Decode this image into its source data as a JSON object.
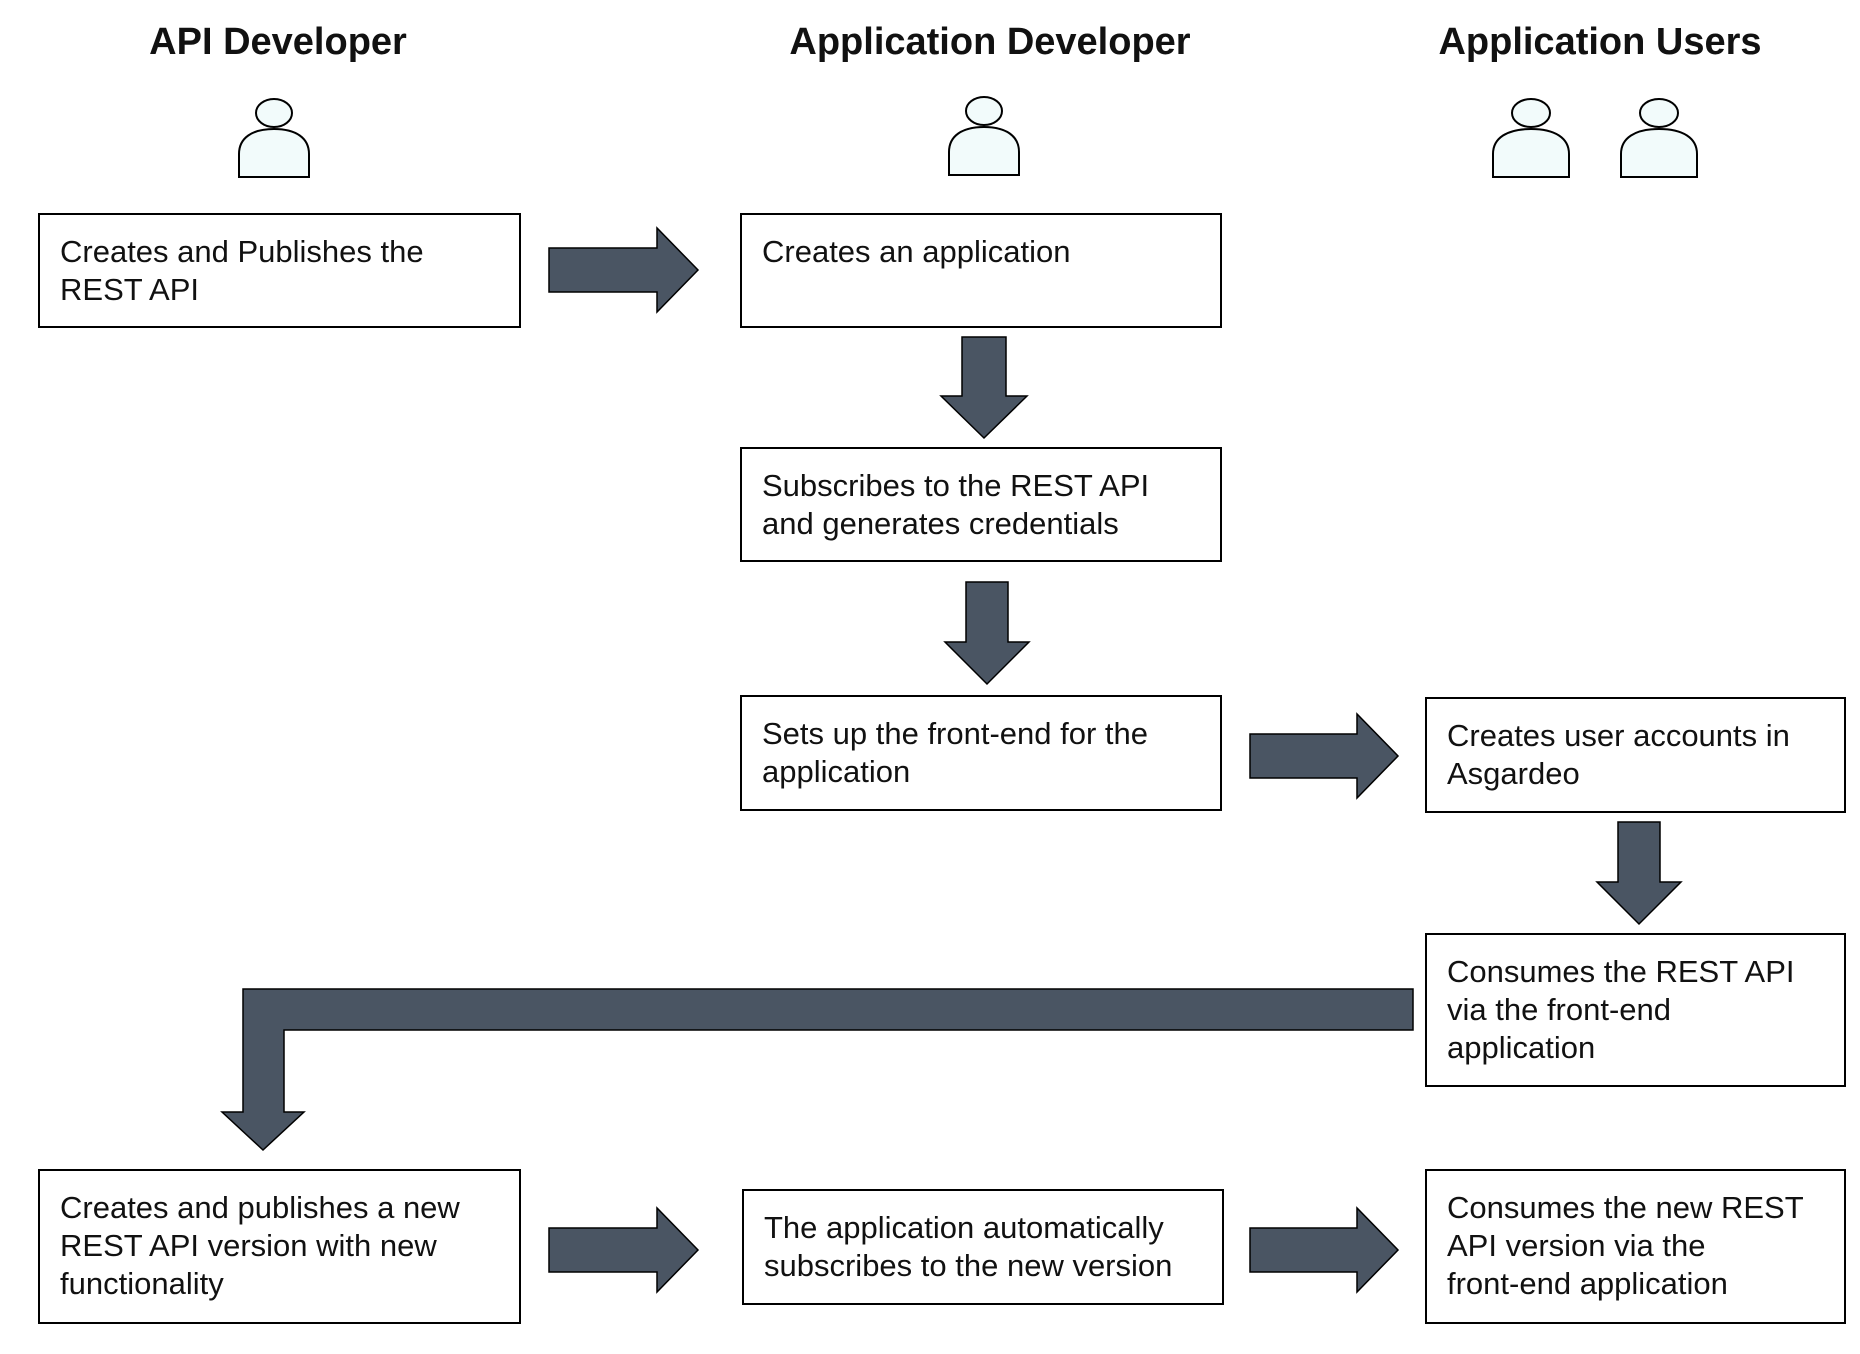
{
  "lanes": {
    "api_developer": "API Developer",
    "application_developer": "Application Developer",
    "application_users": "Application Users"
  },
  "steps": {
    "create_publish_api": {
      "line1": "Creates and Publishes the",
      "line2": "REST API"
    },
    "create_application": {
      "line1": "Creates an application"
    },
    "subscribe_credentials": {
      "line1": "Subscribes to the REST API",
      "line2": "and generates credentials"
    },
    "setup_frontend": {
      "line1": "Sets up the front-end for the",
      "line2": "application"
    },
    "create_user_accounts": {
      "line1": "Creates user accounts in",
      "line2": "Asgardeo"
    },
    "consume_api": {
      "line1": "Consumes the REST API",
      "line2": "via the front-end",
      "line3": "application"
    },
    "publish_new_version": {
      "line1": "Creates and publishes a new",
      "line2": "REST API version with new",
      "line3": "functionality"
    },
    "auto_subscribe": {
      "line1": "The application automatically",
      "line2": "subscribes to the new version"
    },
    "consume_new_version": {
      "line1": "Consumes the new REST",
      "line2": "API version via the",
      "line3": "front-end application"
    }
  },
  "colors": {
    "arrow_fill": "#4a5563",
    "person_fill": "#f2fbfb",
    "box_border": "#000000"
  },
  "icons": {
    "actor": "person-icon"
  }
}
